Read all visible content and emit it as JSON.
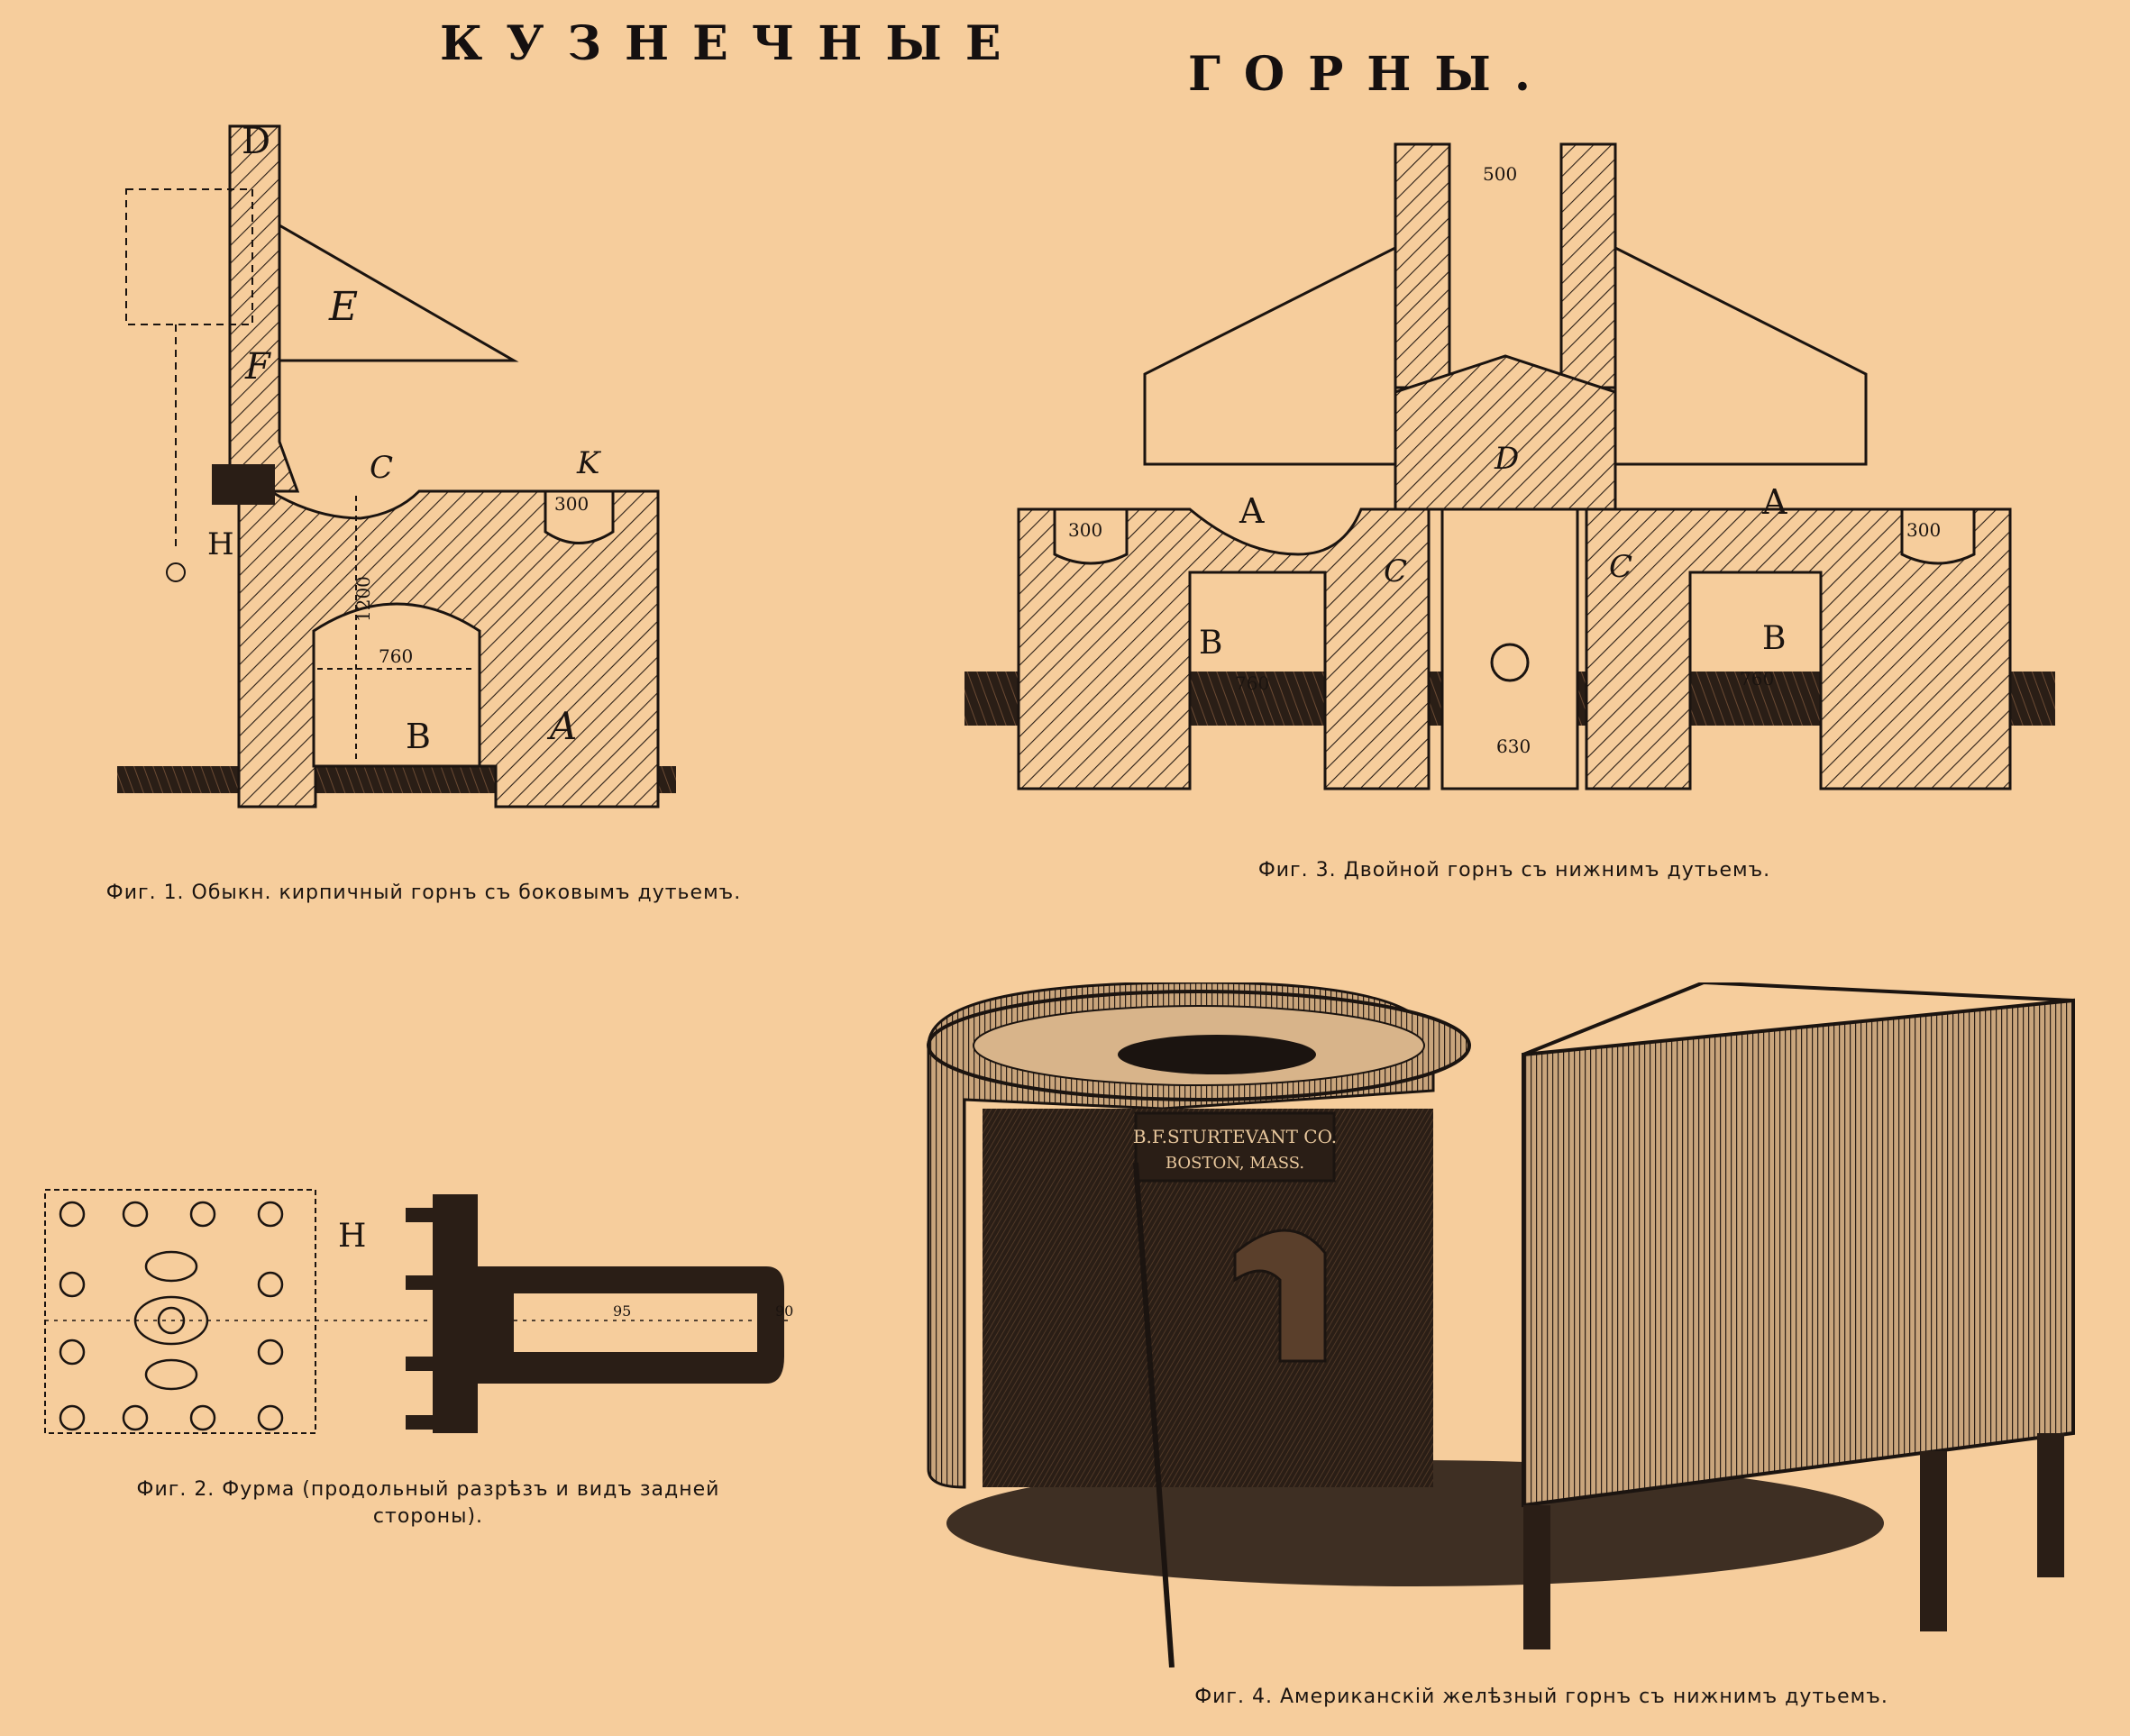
{
  "title": {
    "word1": "КУЗНЕЧНЫЕ",
    "word2": "ГОРНЫ."
  },
  "figures": {
    "fig1": {
      "caption": "Фиг. 1. Обыкн. кирпичный горнъ съ боковымъ дутьемъ.",
      "labels": {
        "D": "D",
        "E": "E",
        "F": "F",
        "C": "C",
        "K": "K",
        "H": "H",
        "B": "B",
        "A": "A"
      },
      "dimensions": {
        "depth": "300",
        "height": "1200",
        "width": "760"
      }
    },
    "fig2": {
      "caption": "Фиг. 2. Фурма (продольный разрѣзъ и видъ задней стороны).",
      "labels": {
        "H": "H"
      },
      "dimensions": {
        "inner": "95",
        "outer": "90"
      }
    },
    "fig3": {
      "caption": "Фиг. 3. Двойной горнъ съ нижнимъ дутьемъ.",
      "labels": {
        "D": "D",
        "A_left": "A",
        "A_right": "A",
        "C_left": "C",
        "C_right": "C",
        "B_left": "B",
        "B_right": "B"
      },
      "dimensions": {
        "flue": "500",
        "pit_left": "300",
        "pit_right": "300",
        "bay_left": "760",
        "bay_right": "760",
        "center": "630"
      }
    },
    "fig4": {
      "caption": "Фиг. 4. Американскій желѣзный горнъ съ нижнимъ дутьемъ.",
      "plate_line1": "B.F.STURTEVANT CO.",
      "plate_line2": "BOSTON, MASS."
    }
  },
  "colors": {
    "paper": "#f6cd9c",
    "ink": "#1b1410"
  }
}
